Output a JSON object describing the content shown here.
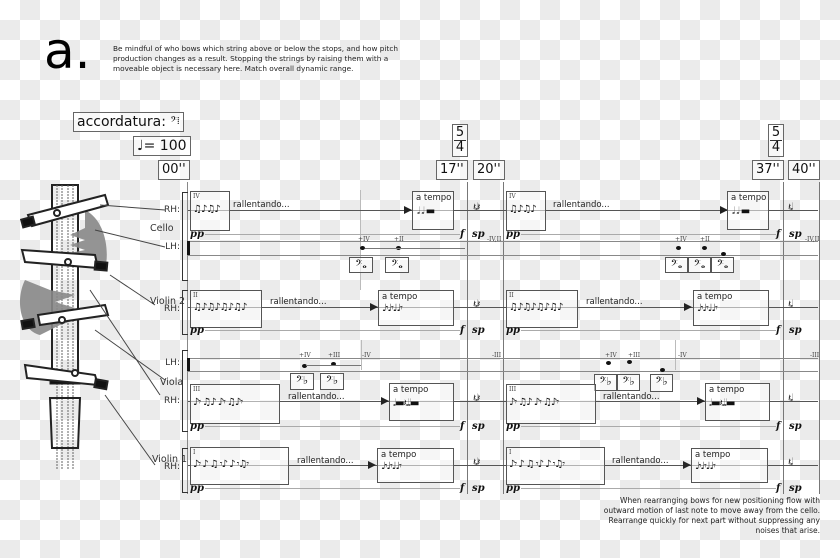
{
  "section_letter": "a.",
  "intro_text": "Be mindful of who bows which string above or below the stops, and how pitch production changes as a result. Stopping the strings by raising them with a moveable object is necessary here. Match overall dynamic range.",
  "accordatura_label": "accordatura:",
  "tempo_marking": "♩= 100",
  "time_signatures": [
    {
      "num": "5",
      "den": "4"
    },
    {
      "num": "5",
      "den": "4"
    }
  ],
  "time_marks": [
    "00''",
    "17''",
    "20''",
    "37''",
    "40''"
  ],
  "instruments": [
    {
      "name": "Cello",
      "rh_label": "RH:",
      "lh_label": "LH:"
    },
    {
      "name": "Violin 2",
      "rh_label": "RH:"
    },
    {
      "name": "Viola",
      "rh_label": "RH:",
      "lh_label": "LH:"
    },
    {
      "name": "Violin 1",
      "rh_label": "RH:"
    }
  ],
  "string_marks": {
    "cello": [
      "IV",
      "IV"
    ],
    "violin2": [
      "II",
      "II"
    ],
    "viola": [
      "III",
      "III"
    ],
    "violin1": [
      "I",
      "I"
    ]
  },
  "directions": {
    "rallentando": "rallentando...",
    "a_tempo": "a tempo"
  },
  "dynamics": {
    "start": "pp",
    "end": "f",
    "subito": "sp"
  },
  "cello_lh_marks": [
    "+IV",
    "+II",
    "-IV,II",
    "+IV",
    "+II",
    "-IV,II"
  ],
  "viola_lh_marks": [
    "+IV",
    "+III",
    "-IV",
    "-III",
    "+IV",
    "+III",
    "-IV",
    "-III"
  ],
  "footnote": "When rearranging bows for new positioning flow with outward motion of last note to move away from the cello. Rearrange quickly for next part without suppressing any noises that arise."
}
